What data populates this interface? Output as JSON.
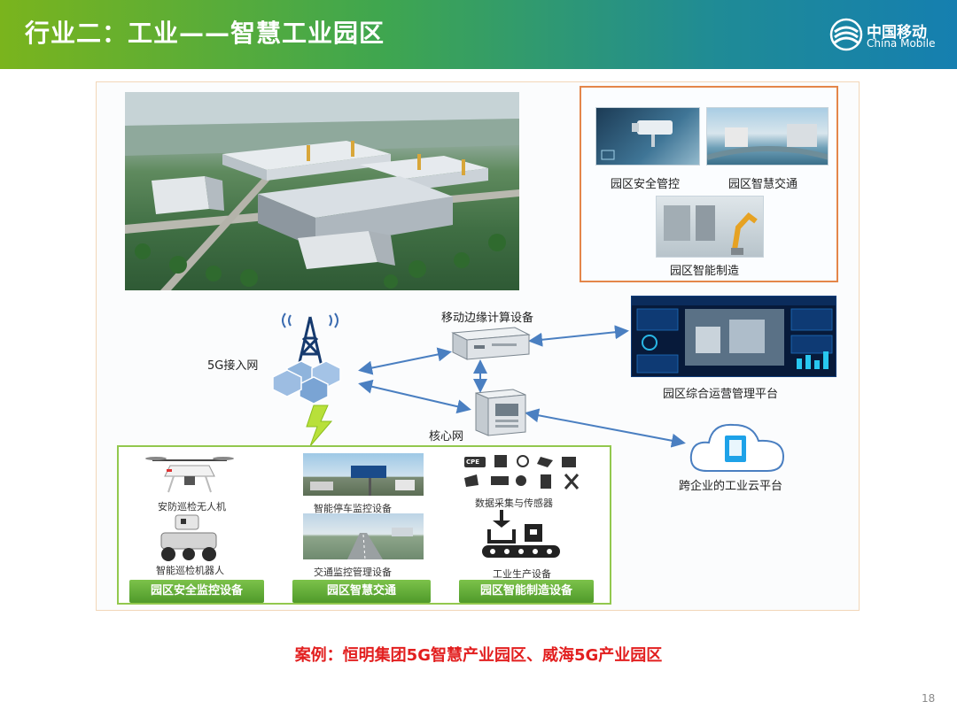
{
  "header": {
    "title": "行业二：工业——智慧工业园区",
    "logo_cn": "中国移动",
    "logo_en": "China Mobile"
  },
  "scenes": {
    "security": "园区安全管控",
    "traffic": "园区智慧交通",
    "manufacturing": "园区智能制造"
  },
  "network": {
    "access": "5G接入网",
    "edge": "移动边缘计算设备",
    "core": "核心网",
    "ops_platform": "园区综合运营管理平台",
    "cloud_platform": "跨企业的工业云平台"
  },
  "devices": {
    "drone": "安防巡检无人机",
    "robot": "智能巡检机器人",
    "parking": "智能停车监控设备",
    "traffic_mon": "交通监控管理设备",
    "sensors": "数据采集与传感器",
    "production": "工业生产设备",
    "cpe": "CPE"
  },
  "categories": {
    "security": "园区安全监控设备",
    "traffic": "园区智慧交通",
    "manufacturing": "园区智能制造设备"
  },
  "case": "案例：恒明集团5G智慧产业园区、威海5G产业园区",
  "page_number": "18",
  "colors": {
    "header_start": "#7ab41d",
    "header_end": "#157fb0",
    "case_red": "#e21f1f",
    "arrow_blue": "#4a7fc1",
    "category_green": "#5aa532",
    "panel_orange": "#e4864a"
  }
}
